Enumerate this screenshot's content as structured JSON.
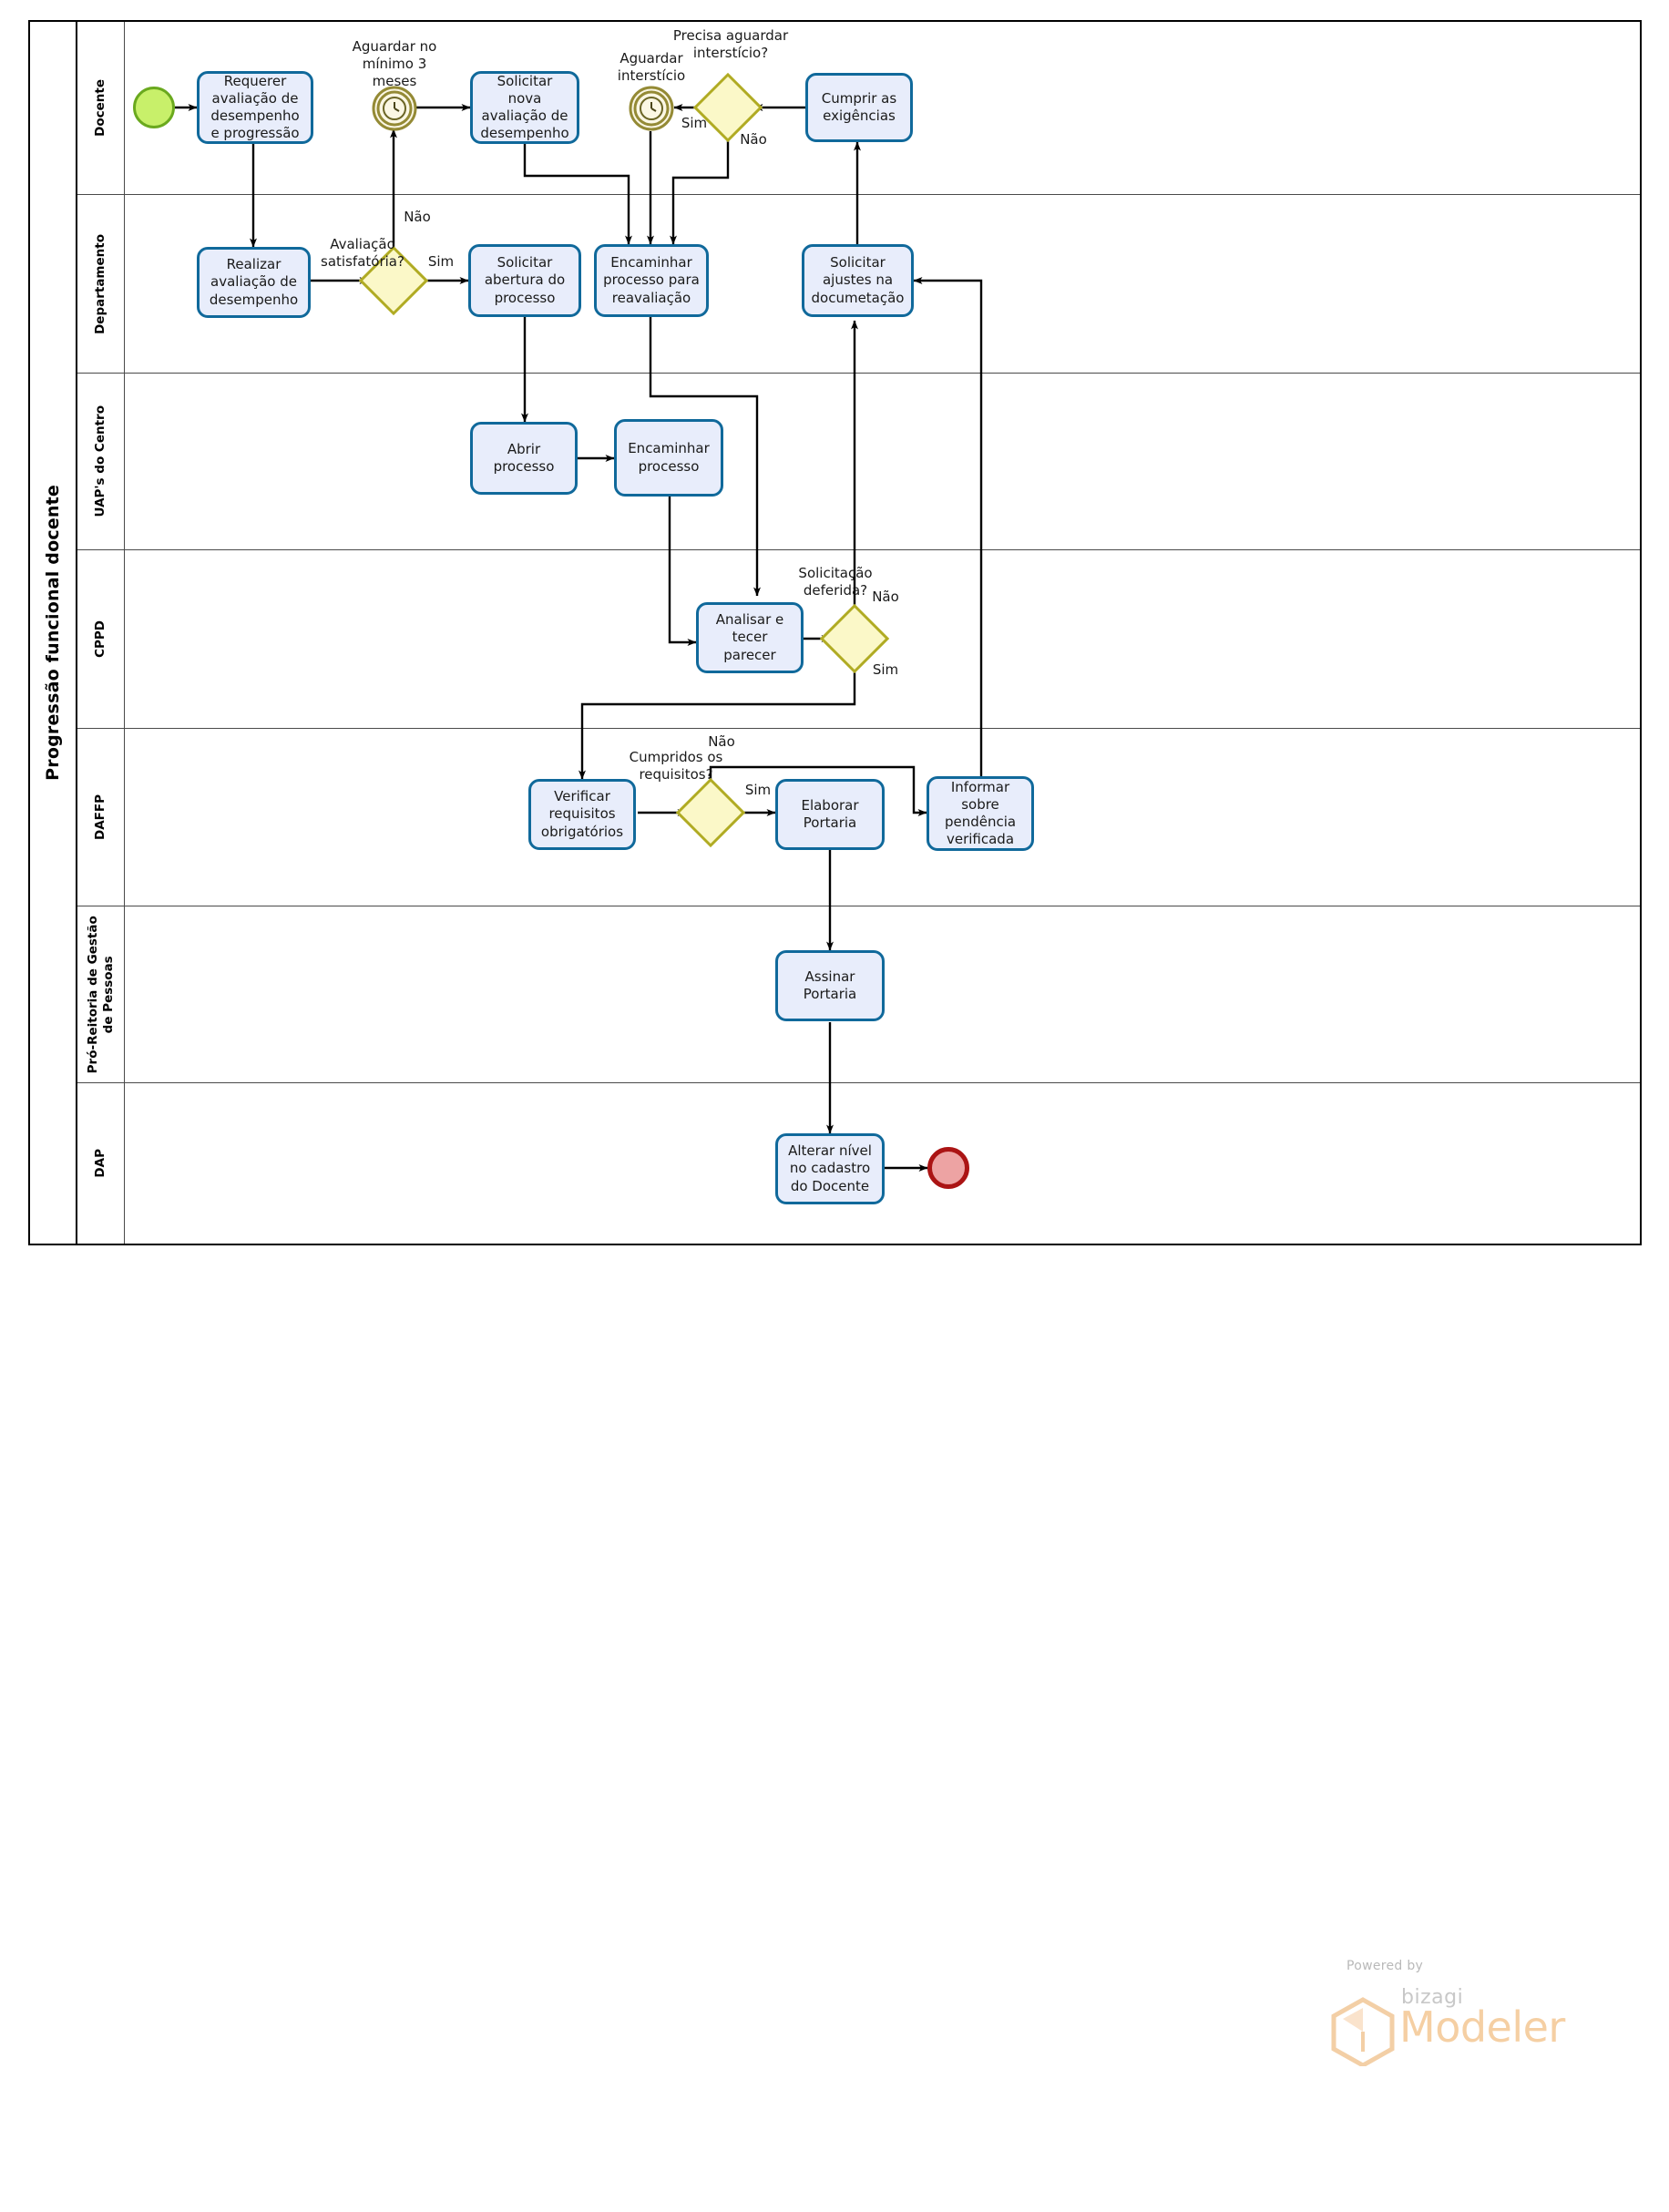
{
  "pool": {
    "title": "Progressão funcional docente"
  },
  "lanes": [
    {
      "id": "docente",
      "label": "Docente"
    },
    {
      "id": "departamento",
      "label": "Departamento"
    },
    {
      "id": "uaps",
      "label": "UAP's do Centro"
    },
    {
      "id": "cppd",
      "label": "CPPD"
    },
    {
      "id": "daffp",
      "label": "DAFFP"
    },
    {
      "id": "progep",
      "label": "Pró-Reitoria de Gestão de Pessoas"
    },
    {
      "id": "dap",
      "label": "DAP"
    }
  ],
  "events": {
    "start": {
      "name": "start-event",
      "label": ""
    },
    "timer1": {
      "name": "timer-event-3-meses",
      "label": "Aguardar no mínimo 3 meses"
    },
    "timer2": {
      "name": "timer-event-intersticio",
      "label": "Aguardar interstício"
    },
    "end": {
      "name": "end-event",
      "label": ""
    }
  },
  "tasks": {
    "requerer_avaliacao": "Requerer avaliação de desempenho e progressão",
    "solicitar_nova_avaliacao": "Solicitar nova avaliação de desempenho",
    "cumprir_exigencias": "Cumprir as exigências",
    "realizar_avaliacao": "Realizar avaliação de desempenho",
    "solicitar_abertura": "Solicitar abertura do processo",
    "encaminhar_reavaliacao": "Encaminhar processo para reavaliação",
    "solicitar_ajustes": "Solicitar ajustes na documetação",
    "abrir_processo": "Abrir processo",
    "encaminhar_processo": "Encaminhar processo",
    "analisar_parecer": "Analisar e tecer parecer",
    "verificar_requisitos": "Verificar requisitos obrigatórios",
    "elaborar_portaria": "Elaborar Portaria",
    "informar_pendencia": "Informar sobre pendência verificada",
    "assinar_portaria": "Assinar Portaria",
    "alterar_nivel": "Alterar nível no cadastro do Docente"
  },
  "gateways": {
    "precisa_intersticio": "Precisa aguardar interstício?",
    "avaliacao_satisfatoria": "Avaliação satisfatória?",
    "solicitacao_deferida": "Solicitação deferida?",
    "cumpridos_requisitos": "Cumpridos os requisitos?"
  },
  "flow_labels": {
    "sim_intersticio": "Sim",
    "nao_intersticio": "Não",
    "nao_avaliacao": "Não",
    "sim_avaliacao": "Sim",
    "nao_deferida": "Não",
    "sim_deferida": "Sim",
    "nao_requisitos": "Não",
    "sim_requisitos": "Sim"
  },
  "branding": {
    "powered_by": "Powered by",
    "bizagi": "bizagi",
    "modeler": "Modeler"
  },
  "colors": {
    "task_border": "#10699b",
    "task_fill": "#e8edfb",
    "gateway_border": "#b0ab23",
    "gateway_fill": "#fbf8c8",
    "start_fill": "#c8f06a",
    "start_border": "#6aa91e",
    "end_fill": "#eda3a3",
    "end_border": "#ab1414",
    "timer_stroke": "#948a35",
    "lane_border": "#4a4a4a",
    "pool_border": "#000000",
    "connector": "#000000",
    "brand_orange": "#f5cfa3"
  }
}
